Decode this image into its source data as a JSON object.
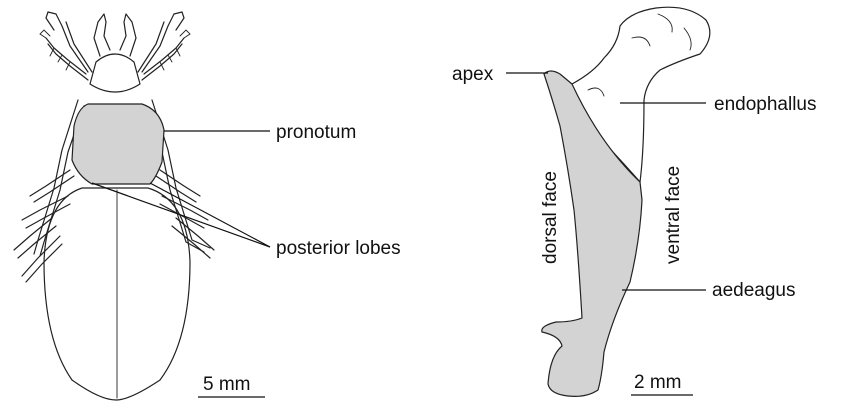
{
  "colors": {
    "shading": "#d3d3d3",
    "line": "#222222",
    "background": "#ffffff"
  },
  "beetle": {
    "labels": {
      "pronotum": "pronotum",
      "posterior_lobes": "posterior lobes"
    },
    "scale_bar": "5 mm"
  },
  "aedeagus": {
    "labels": {
      "apex": "apex",
      "endophallus": "endophallus",
      "dorsal_face": "dorsal face",
      "ventral_face": "ventral face",
      "aedeagus": "aedeagus"
    },
    "scale_bar": "2 mm"
  }
}
